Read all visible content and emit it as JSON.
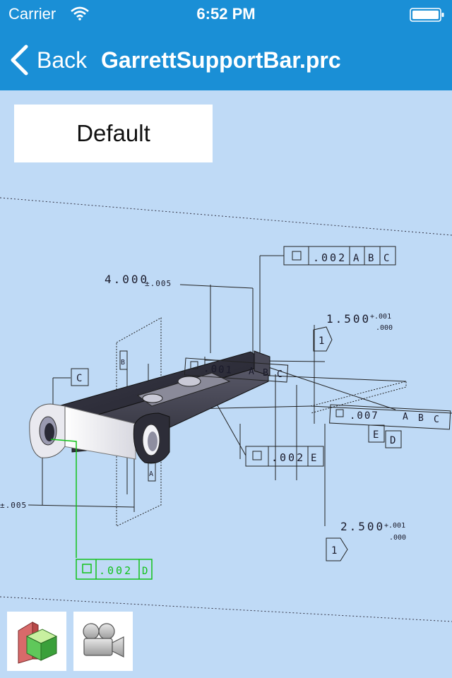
{
  "status_bar": {
    "carrier": "Carrier",
    "time": "6:52 PM"
  },
  "nav_bar": {
    "back_label": "Back",
    "title": "GarrettSupportBar.prc"
  },
  "view_selector": {
    "label": "Default"
  },
  "model_view": {
    "annotations": {
      "dim_top_length": "4.000",
      "dim_top_tol": "±.005",
      "dim_left_tol": "±.005",
      "dim_right_top": "1.500",
      "dim_right_top_tol_upper": "+.001",
      "dim_right_top_tol_lower": ".000",
      "dim_right_bottom": "2.500",
      "dim_right_bottom_tol_upper": "+.001",
      "dim_right_bottom_tol_lower": ".000",
      "fcf_top_value": ".002",
      "fcf_top_ref_a": "A",
      "fcf_top_ref_b": "B",
      "fcf_top_ref_c": "C",
      "fcf_mid_value": ".001",
      "fcf_mid_ref_a": "A",
      "fcf_mid_ref_b": "B",
      "fcf_mid_ref_c": "C",
      "fcf_e_value": ".002",
      "fcf_e_ref": "E",
      "fcf_green_value": ".002",
      "fcf_green_ref": "D",
      "fcf_right_value": ".007",
      "fcf_right_ref_a": "A",
      "fcf_right_ref_b": "B",
      "fcf_right_ref_c": "C",
      "datum_c": "C",
      "datum_b": "B",
      "datum_a": "A",
      "datum_e": "E",
      "datum_d": "D",
      "flag_top": "1",
      "flag_bottom": "1"
    }
  },
  "toolbar": {
    "model_tree_icon": "cube-icon",
    "camera_icon": "camera-icon"
  },
  "colors": {
    "nav": "#1a8fd6",
    "background": "#bfdaf6",
    "highlight": "#12c21a"
  }
}
